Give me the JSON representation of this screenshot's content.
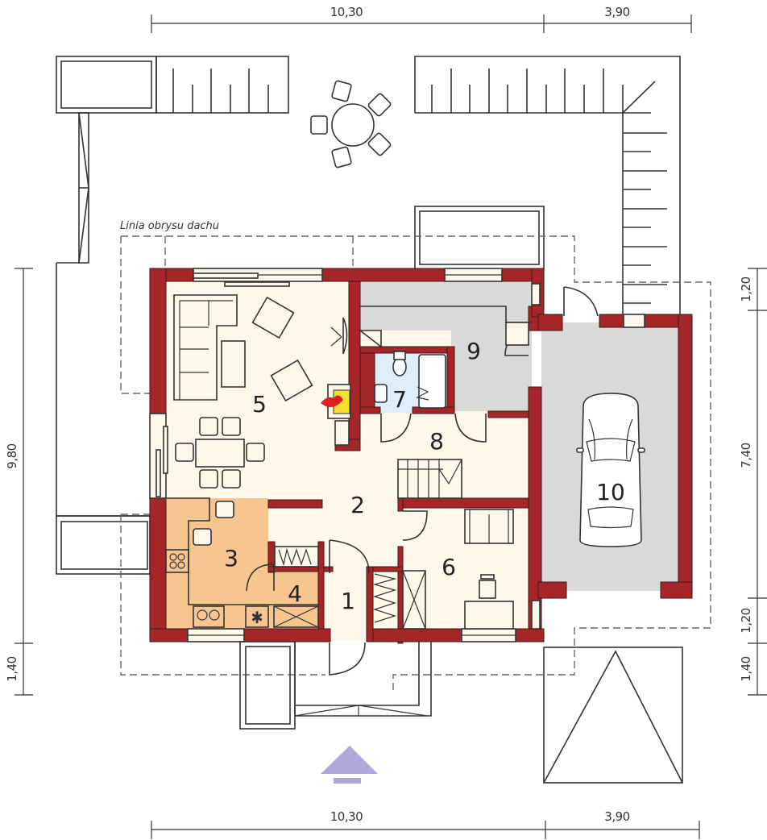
{
  "dimensions": {
    "top": [
      {
        "label": "10,30"
      },
      {
        "label": "3,90"
      }
    ],
    "bottom": [
      {
        "label": "10,30"
      },
      {
        "label": "3,90"
      }
    ],
    "left": [
      {
        "label": "9,80"
      },
      {
        "label": "1,40"
      }
    ],
    "right": [
      {
        "label": "1,20"
      },
      {
        "label": "7,40"
      },
      {
        "label": "1,20"
      },
      {
        "label": "1,40"
      }
    ]
  },
  "annotations": {
    "roof_outline": "Linia obrysu dachu"
  },
  "rooms": [
    {
      "number": "1",
      "fill": "#fdf8ea"
    },
    {
      "number": "2",
      "fill": "#fdf8ea"
    },
    {
      "number": "3",
      "fill": "#f8c490"
    },
    {
      "number": "4",
      "fill": "#f8c490"
    },
    {
      "number": "5",
      "fill": "#fdf8ea"
    },
    {
      "number": "6",
      "fill": "#fdf8ea"
    },
    {
      "number": "7",
      "fill": "#ddeefa"
    },
    {
      "number": "8",
      "fill": "#fdf8ea"
    },
    {
      "number": "9",
      "fill": "#d9d9d9"
    },
    {
      "number": "10",
      "fill": "#d9d9d9"
    }
  ],
  "colors": {
    "wall": "#a52528",
    "living": "#fdf8ea",
    "kitchen": "#f8c490",
    "bathroom": "#ddeefa",
    "utility": "#d9d9d9",
    "fireplace": "#f5e030",
    "flame": "#e02020",
    "entrance_arrow": "#b0a8d8"
  },
  "icons": {
    "entrance": "entrance-arrow-icon",
    "car": "car-icon",
    "fireplace": "fireplace-icon",
    "stove": "stove-icon",
    "sink": "sink-icon",
    "fridge": "snowflake-icon",
    "stairs": "stairs-icon"
  }
}
